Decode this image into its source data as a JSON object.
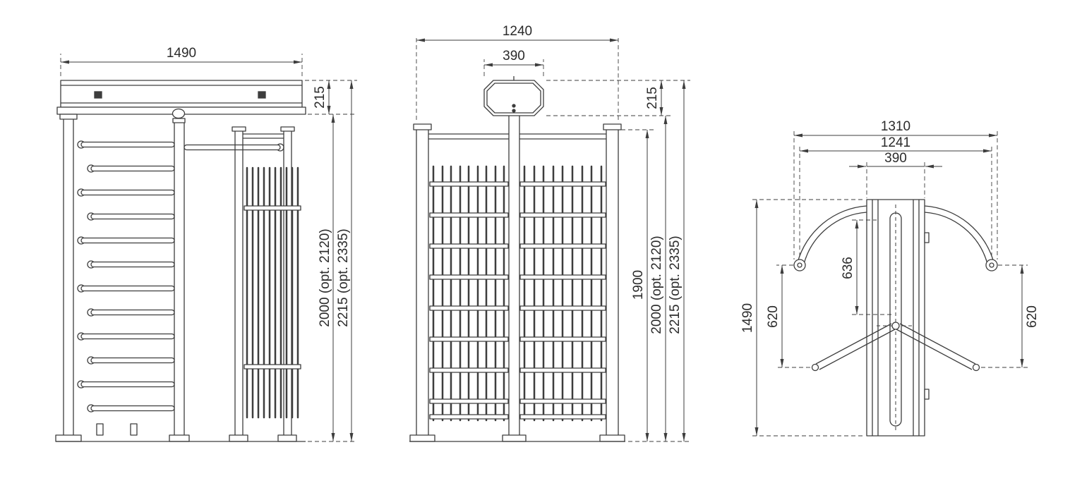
{
  "page": {
    "background": "#ffffff",
    "line_color": "#3d3d3d"
  },
  "front_view": {
    "dims": {
      "width": "1490",
      "head_height": "215",
      "height_standard": "2000 (opt. 2120)",
      "height_overall": "2215 (opt. 2335)"
    }
  },
  "side_view": {
    "dims": {
      "width": "1240",
      "head_width": "390",
      "head_height": "215",
      "frame_height": "1900",
      "height_standard": "2000 (opt. 2120)",
      "height_overall": "2215 (opt. 2335)"
    }
  },
  "top_view": {
    "dims": {
      "overall_width": "1310",
      "rail_span": "1241",
      "housing_width": "390",
      "rotor_reach": "636",
      "left_clearance": "620",
      "right_clearance": "620",
      "depth": "1490"
    }
  }
}
